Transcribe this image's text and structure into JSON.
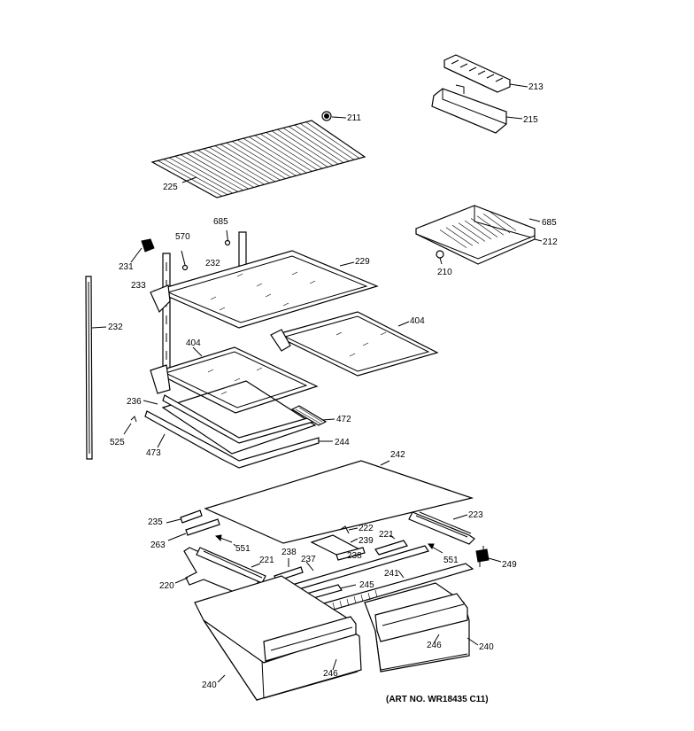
{
  "diagram": {
    "art_no": "(ART NO. WR18435 C11)",
    "callouts": [
      {
        "id": "c213",
        "text": "213"
      },
      {
        "id": "c215",
        "text": "215"
      },
      {
        "id": "c211",
        "text": "211"
      },
      {
        "id": "c225",
        "text": "225"
      },
      {
        "id": "c685a",
        "text": "685"
      },
      {
        "id": "c570",
        "text": "570"
      },
      {
        "id": "c231",
        "text": "231"
      },
      {
        "id": "c232a",
        "text": "232"
      },
      {
        "id": "c229",
        "text": "229"
      },
      {
        "id": "c233",
        "text": "233"
      },
      {
        "id": "c685b",
        "text": "685"
      },
      {
        "id": "c212",
        "text": "212"
      },
      {
        "id": "c210",
        "text": "210"
      },
      {
        "id": "c232b",
        "text": "232"
      },
      {
        "id": "c404a",
        "text": "404"
      },
      {
        "id": "c404b",
        "text": "404"
      },
      {
        "id": "c236",
        "text": "236"
      },
      {
        "id": "c472",
        "text": "472"
      },
      {
        "id": "c525",
        "text": "525"
      },
      {
        "id": "c244",
        "text": "244"
      },
      {
        "id": "c473",
        "text": "473"
      },
      {
        "id": "c242",
        "text": "242"
      },
      {
        "id": "c235",
        "text": "235"
      },
      {
        "id": "c223",
        "text": "223"
      },
      {
        "id": "c222",
        "text": "222"
      },
      {
        "id": "c263",
        "text": "263"
      },
      {
        "id": "c221a",
        "text": "221"
      },
      {
        "id": "c239",
        "text": "239"
      },
      {
        "id": "c551a",
        "text": "551"
      },
      {
        "id": "c238a",
        "text": "238"
      },
      {
        "id": "c237",
        "text": "237"
      },
      {
        "id": "c238b",
        "text": "238"
      },
      {
        "id": "c221b",
        "text": "221"
      },
      {
        "id": "c551b",
        "text": "551"
      },
      {
        "id": "c249",
        "text": "249"
      },
      {
        "id": "c241",
        "text": "241"
      },
      {
        "id": "c220",
        "text": "220"
      },
      {
        "id": "c245",
        "text": "245"
      },
      {
        "id": "c246a",
        "text": "246"
      },
      {
        "id": "c246b",
        "text": "246"
      },
      {
        "id": "c240a",
        "text": "240"
      },
      {
        "id": "c240b",
        "text": "240"
      }
    ]
  }
}
